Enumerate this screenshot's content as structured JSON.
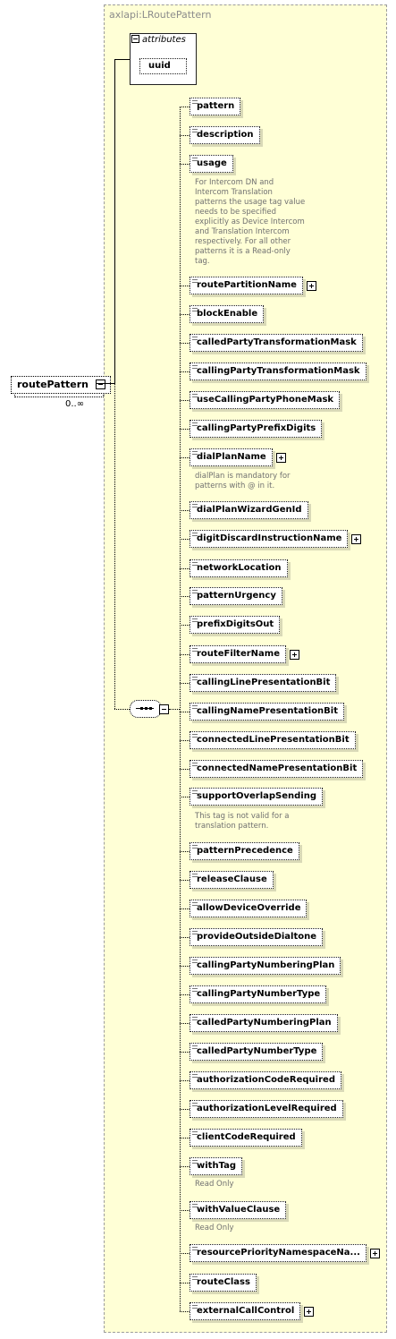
{
  "type_name": "axlapi:LRoutePattern",
  "attributes": {
    "header": "attributes",
    "items": [
      "uuid"
    ]
  },
  "root": {
    "name": "routePattern",
    "cardinality": "0..∞"
  },
  "elements": [
    {
      "name": "pattern"
    },
    {
      "name": "description"
    },
    {
      "name": "usage",
      "note": "For Intercom DN and Intercom Translation patterns the usage tag value needs to be specified explicitly as Device Intercom and Translation Intercom respectively. For all other patterns it is a Read-only tag."
    },
    {
      "name": "routePartitionName",
      "expandable": true
    },
    {
      "name": "blockEnable"
    },
    {
      "name": "calledPartyTransformationMask"
    },
    {
      "name": "callingPartyTransformationMask"
    },
    {
      "name": "useCallingPartyPhoneMask"
    },
    {
      "name": "callingPartyPrefixDigits"
    },
    {
      "name": "dialPlanName",
      "expandable": true,
      "note": "dialPlan is mandatory for patterns with @ in it."
    },
    {
      "name": "dialPlanWizardGenId"
    },
    {
      "name": "digitDiscardInstructionName",
      "expandable": true
    },
    {
      "name": "networkLocation"
    },
    {
      "name": "patternUrgency"
    },
    {
      "name": "prefixDigitsOut"
    },
    {
      "name": "routeFilterName",
      "expandable": true
    },
    {
      "name": "callingLinePresentationBit"
    },
    {
      "name": "callingNamePresentationBit"
    },
    {
      "name": "connectedLinePresentationBit"
    },
    {
      "name": "connectedNamePresentationBit"
    },
    {
      "name": "supportOverlapSending",
      "note": "This tag is not valid for a translation pattern."
    },
    {
      "name": "patternPrecedence"
    },
    {
      "name": "releaseClause"
    },
    {
      "name": "allowDeviceOverride"
    },
    {
      "name": "provideOutsideDialtone"
    },
    {
      "name": "callingPartyNumberingPlan"
    },
    {
      "name": "callingPartyNumberType"
    },
    {
      "name": "calledPartyNumberingPlan"
    },
    {
      "name": "calledPartyNumberType"
    },
    {
      "name": "authorizationCodeRequired"
    },
    {
      "name": "authorizationLevelRequired"
    },
    {
      "name": "clientCodeRequired"
    },
    {
      "name": "withTag",
      "note": "Read Only"
    },
    {
      "name": "withValueClause",
      "note": "Read Only"
    },
    {
      "name": "resourcePriorityNamespaceNa...",
      "expandable": true
    },
    {
      "name": "routeClass"
    },
    {
      "name": "externalCallControl",
      "expandable": true
    }
  ]
}
